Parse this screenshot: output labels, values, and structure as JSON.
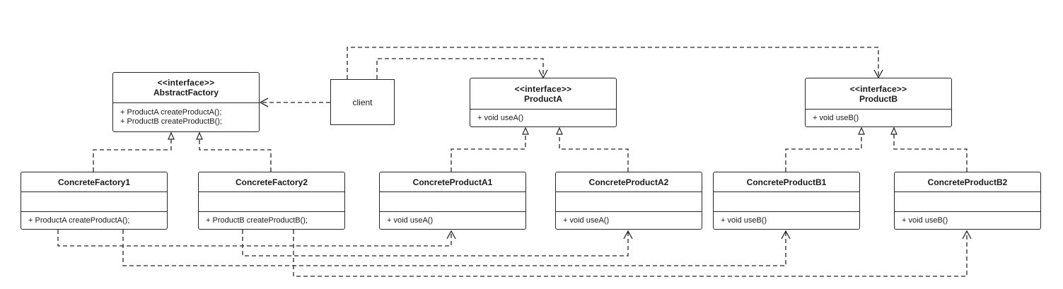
{
  "stereotype": "<<interface>>",
  "classes": {
    "abstract_factory": {
      "name": "AbstractFactory",
      "ops": [
        "+ ProductA createProductA();",
        "+ ProductB createProductB();"
      ]
    },
    "product_a": {
      "name": "ProductA",
      "ops": [
        "+ void useA()"
      ]
    },
    "product_b": {
      "name": "ProductB",
      "ops": [
        "+ void useB()"
      ]
    },
    "concrete_factory1": {
      "name": "ConcreteFactory1",
      "ops": [
        "+ ProductA createProductA();"
      ]
    },
    "concrete_factory2": {
      "name": "ConcreteFactory2",
      "ops": [
        "+ ProductB createProductB();"
      ]
    },
    "concrete_product_a1": {
      "name": "ConcreteProductA1",
      "ops": [
        "+ void useA()"
      ]
    },
    "concrete_product_a2": {
      "name": "ConcreteProductA2",
      "ops": [
        "+ void useA()"
      ]
    },
    "concrete_product_b1": {
      "name": "ConcreteProductB1",
      "ops": [
        "+ void useB()"
      ]
    },
    "concrete_product_b2": {
      "name": "ConcreteProductB2",
      "ops": [
        "+ void useB()"
      ]
    }
  },
  "client": {
    "label": "client"
  },
  "colors": {
    "stroke": "#262626",
    "background": "#ffffff"
  }
}
